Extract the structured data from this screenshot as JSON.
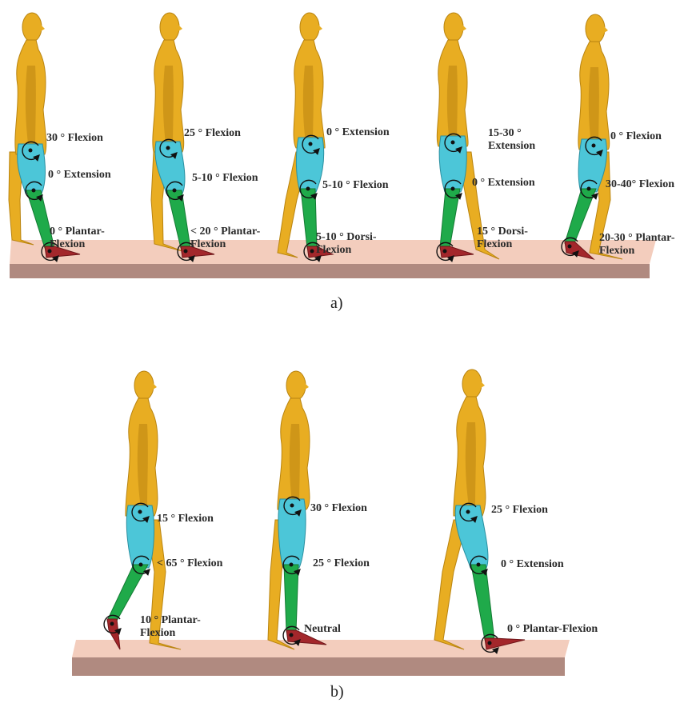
{
  "panels": [
    {
      "caption": "a)",
      "figures": [
        {
          "hip": "30 ° Flexion",
          "knee": "0 ° Extension",
          "ankle": "0 ° Plantar-\nFlexion"
        },
        {
          "hip": "25 ° Flexion",
          "knee": "5-10 ° Flexion",
          "ankle": "< 20 ° Plantar-\nFlexion"
        },
        {
          "hip": "0 ° Extension",
          "knee": "5-10 ° Flexion",
          "ankle": "5-10 ° Dorsi-\nFlexion"
        },
        {
          "hip": "15-30 °\nExtension",
          "knee": "0 ° Extension",
          "ankle": "15 ° Dorsi-\nFlexion"
        },
        {
          "hip": "0 ° Flexion",
          "knee": "30-40° Flexion",
          "ankle": "20-30 ° Plantar-\nFlexion"
        }
      ]
    },
    {
      "caption": "b)",
      "figures": [
        {
          "hip": "15 ° Flexion",
          "knee": "< 65 ° Flexion",
          "ankle": "10 ° Plantar-\nFlexion"
        },
        {
          "hip": "30 ° Flexion",
          "knee": "25 ° Flexion",
          "ankle": "Neutral"
        },
        {
          "hip": "25 ° Flexion",
          "knee": "0 ° Extension",
          "ankle": "0 ° Plantar-Flexion"
        }
      ]
    }
  ],
  "colors": {
    "body": "#e8ad22",
    "body_dark": "#b98410",
    "thigh": "#4cc6d8",
    "shank": "#1faa4a",
    "foot": "#a3272b",
    "floor_top": "#f3cdbd",
    "floor_side": "#b08a80"
  }
}
